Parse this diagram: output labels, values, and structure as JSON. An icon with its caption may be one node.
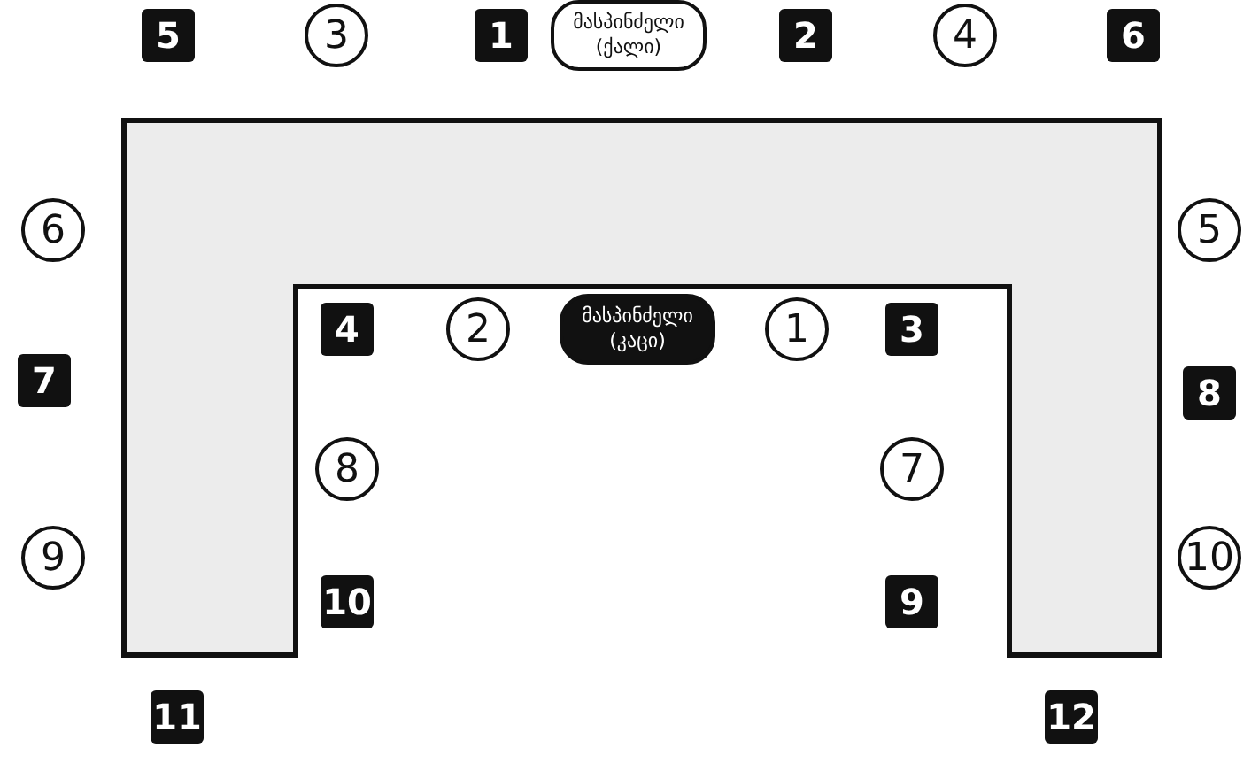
{
  "diagram": {
    "nodes": [
      {
        "text": [
          "5"
        ]
      },
      {
        "text": [
          "3"
        ]
      },
      {
        "text": [
          "1"
        ]
      },
      {
        "text": [
          "მასპინძელი (ქალი)"
        ]
      },
      {
        "text": [
          "2"
        ]
      },
      {
        "text": [
          "4"
        ]
      },
      {
        "text": [
          "6"
        ]
      },
      {
        "text": [
          "6"
        ]
      },
      {
        "text": [
          "5"
        ]
      },
      {
        "text": [
          "4"
        ]
      },
      {
        "text": [
          "2"
        ]
      },
      {
        "text": [
          "მასპინძელი (კაცი)"
        ]
      },
      {
        "text": [
          "1"
        ]
      },
      {
        "text": [
          "3"
        ]
      },
      {
        "text": [
          "7"
        ]
      },
      {
        "text": [
          "8"
        ]
      },
      {
        "text": [
          "8"
        ]
      },
      {
        "text": [
          "7"
        ]
      },
      {
        "text": [
          "9"
        ]
      },
      {
        "text": [
          "10"
        ]
      },
      {
        "text": [
          "10"
        ]
      },
      {
        "text": [
          "9"
        ]
      },
      {
        "text": [
          "11"
        ]
      },
      {
        "text": [
          "12"
        ]
      }
    ]
  }
}
